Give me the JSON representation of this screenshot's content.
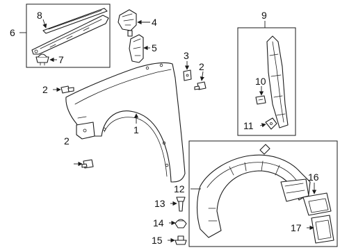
{
  "callouts": {
    "c1": "1",
    "c2a": "2",
    "c2b": "2",
    "c2c": "2",
    "c3": "3",
    "c4": "4",
    "c5": "5",
    "c6": "6",
    "c7": "7",
    "c8": "8",
    "c9": "9",
    "c10": "10",
    "c11": "11",
    "c12": "12",
    "c13": "13",
    "c14": "14",
    "c15": "15",
    "c16": "16",
    "c17": "17"
  }
}
